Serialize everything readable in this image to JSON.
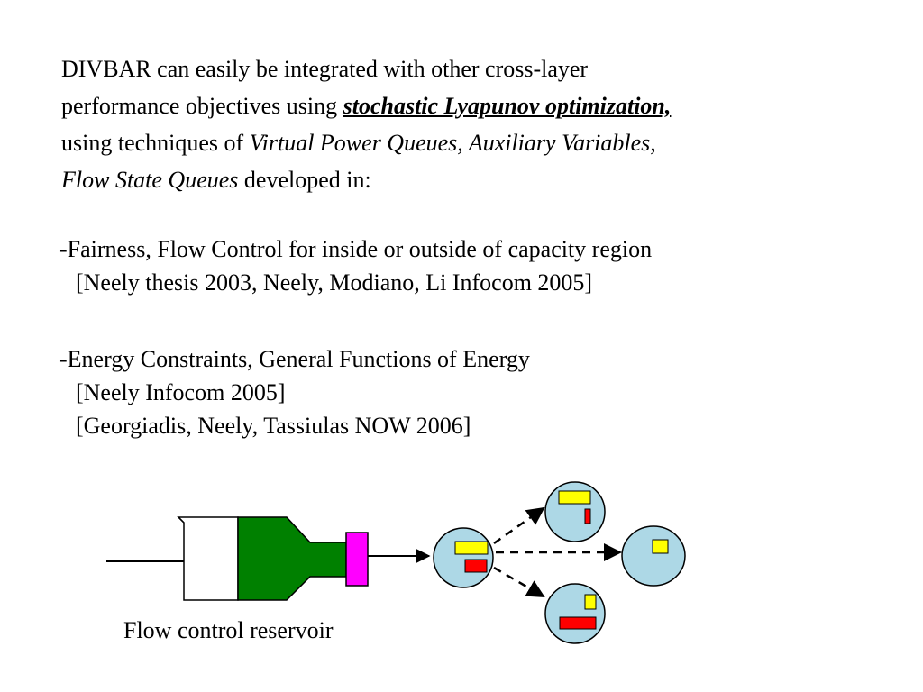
{
  "intro": {
    "line1": "DIVBAR can easily be integrated with other cross-layer",
    "line2_prefix": "performance objectives using ",
    "line2_emphasis": "stochastic Lyapunov optimization,",
    "line3_prefix": "using techniques of ",
    "line3_italic": "Virtual Power Queues, Auxiliary Variables,",
    "line4_italic": "Flow State Queues",
    "line4_suffix": " developed in:"
  },
  "fairness": {
    "heading": "-Fairness, Flow Control for inside or outside of capacity region",
    "refs": [
      "[Neely thesis 2003, Neely, Modiano, Li Infocom 2005]"
    ]
  },
  "energy": {
    "heading": "-Energy Constraints, General Functions of Energy",
    "refs": [
      "[Neely Infocom 2005]",
      "[Georgiadis, Neely, Tassiulas NOW 2006]"
    ]
  },
  "diagram": {
    "caption": "Flow control reservoir",
    "colors": {
      "reservoir_fill": "#008000",
      "regulator": "#ff00ff",
      "node_fill": "#add8e6",
      "packet_yellow": "#ffff00",
      "packet_red": "#ff0000"
    }
  }
}
